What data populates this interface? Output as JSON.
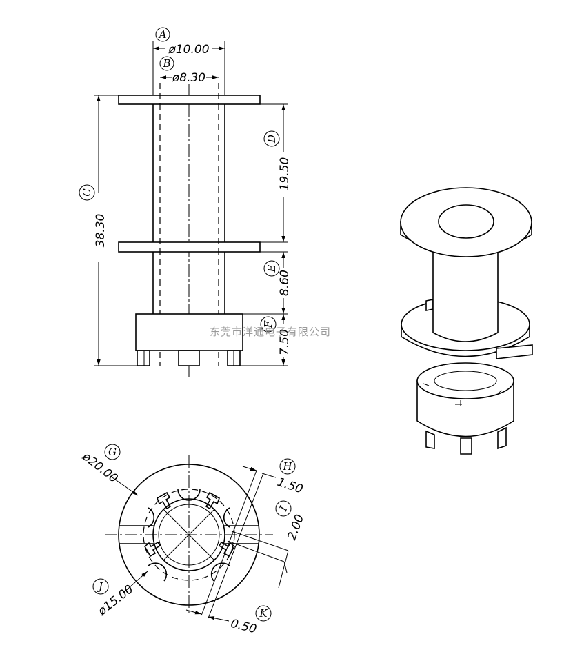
{
  "dimensions": {
    "A": {
      "letter": "A",
      "value": "ø10.00"
    },
    "B": {
      "letter": "B",
      "value": "ø8.30"
    },
    "C": {
      "letter": "C",
      "value": "38.30"
    },
    "D": {
      "letter": "D",
      "value": "19.50"
    },
    "E": {
      "letter": "E",
      "value": "8.60"
    },
    "F": {
      "letter": "F",
      "value": "7.50"
    },
    "G": {
      "letter": "G",
      "value": "ø20.00"
    },
    "H": {
      "letter": "H",
      "value": "1.50"
    },
    "I": {
      "letter": "I",
      "value": "2.00"
    },
    "J": {
      "letter": "J",
      "value": "ø15.00"
    },
    "K": {
      "letter": "K",
      "value": "0.50"
    }
  },
  "watermark": "东莞市洋通电子有限公司",
  "colors": {
    "line": "#000000",
    "background": "#ffffff",
    "watermark": "#9a9a9a"
  }
}
